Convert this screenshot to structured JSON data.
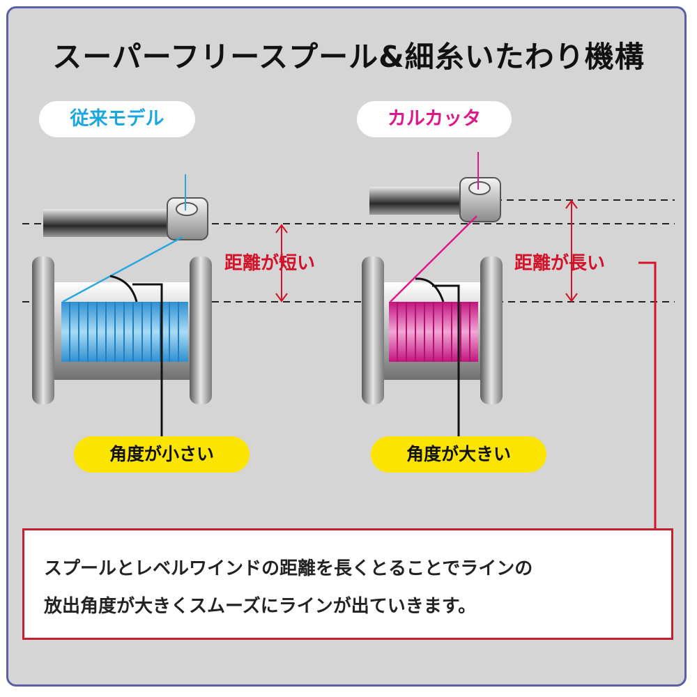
{
  "title": "スーパーフリースプール&細糸いたわり機構",
  "left": {
    "label": "従来モデル",
    "distance_label": "距離が短い",
    "angle_label": "角度が小さい",
    "line_color": "#2aa6df"
  },
  "right": {
    "label": "カルカッタ",
    "distance_label": "距離が長い",
    "angle_label": "角度が大きい",
    "line_color": "#e0178a"
  },
  "note": {
    "line1": "スプールとレベルワインドの距離を長くとることでラインの",
    "line2": "放出角度が大きくスムーズにラインが出ていきます。"
  },
  "colors": {
    "frame_border": "#5a5da8",
    "background": "#d5d5d5",
    "accent_red": "#d3122a",
    "label_yellow": "#fbe500"
  }
}
